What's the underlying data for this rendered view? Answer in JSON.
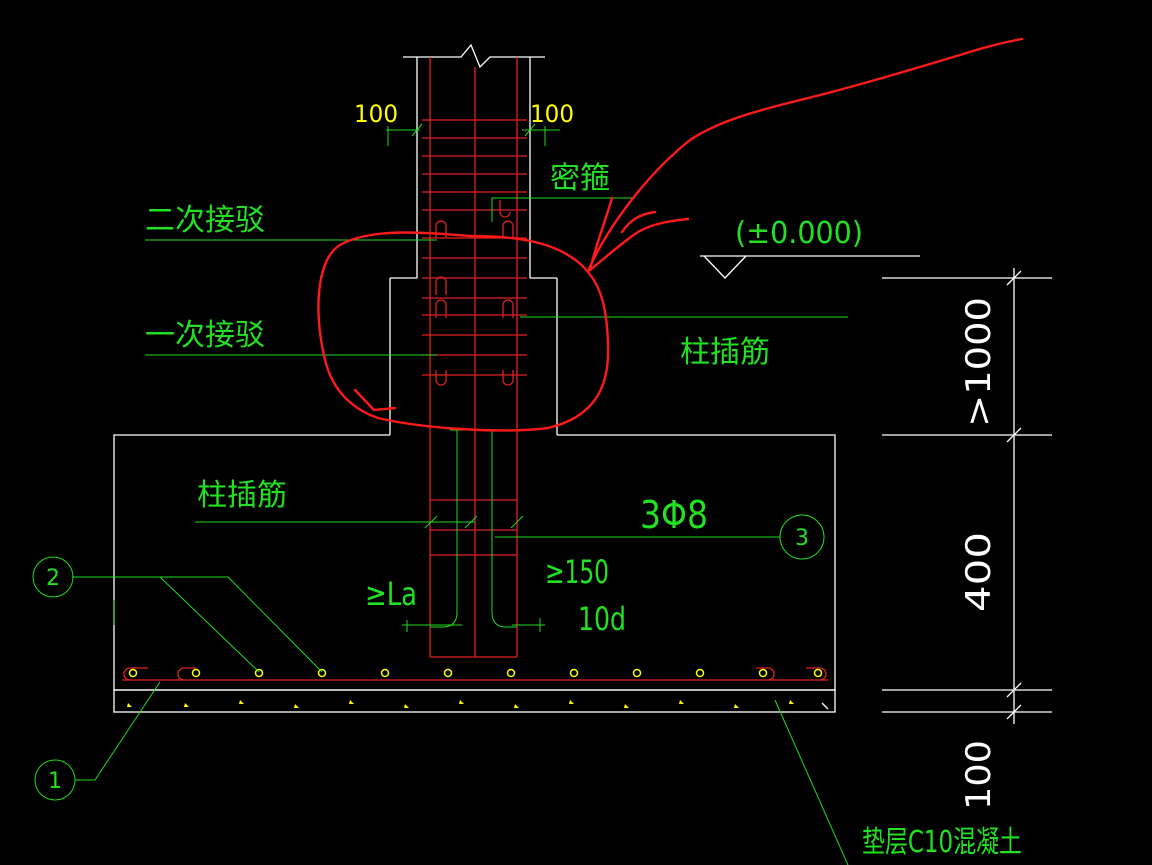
{
  "colors": {
    "background": "#000000",
    "outline": "#ffffff",
    "leader": "#1fdc1f",
    "rebar": "#e02020",
    "dimension": "#ffff00",
    "annotation": "#ff1a1a"
  },
  "labels": {
    "dim_left_100": "100",
    "dim_right_100": "100",
    "dense_stirrup": "密箍",
    "secondary_splice": "二次接驳",
    "primary_splice": "一次接驳",
    "elevation": "(±0.000)",
    "column_dowel_right": "柱插筋",
    "column_dowel_left": "柱插筋",
    "stirrup_spec": "3Φ8",
    "min_la": "≥La",
    "min_150": "≥150",
    "ten_d": "10d",
    "dim_min_1000": ">1000",
    "dim_400": "400",
    "dim_100": "100",
    "bedding": "垫层C10混凝土"
  },
  "callouts": {
    "one": "1",
    "two": "2",
    "three": "3"
  }
}
